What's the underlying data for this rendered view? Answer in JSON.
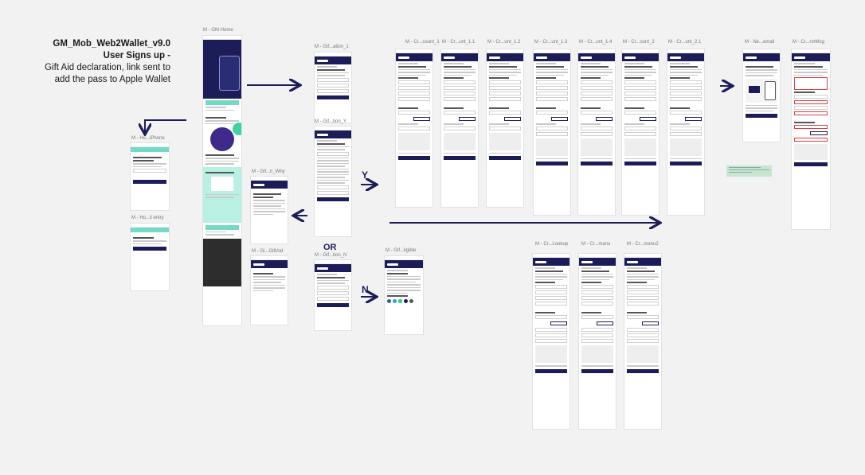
{
  "header": {
    "flow_name": "GM_Mob_Web2Wallet_v9.0",
    "flow_subtitle": "User Signs up -",
    "flow_description_line1": "Gift Aid declaration, link sent to",
    "flow_description_line2": "add the pass to Apple Wallet"
  },
  "frames": [
    {
      "id": "gm-home",
      "label": "M - GM Home"
    },
    {
      "id": "no-iphone",
      "label": "M - Ho...iPhone"
    },
    {
      "id": "no-iphone-entry",
      "label": "M - Ho...il entry"
    },
    {
      "id": "gift-aid-1",
      "label": "M - Gif...ation_1"
    },
    {
      "id": "gift-aid-2",
      "label": "M - Gif...tion_Y"
    },
    {
      "id": "gift-aid-why",
      "label": "M - Gif...n_Why"
    },
    {
      "id": "gift-aid-about",
      "label": "M - Gi...GiftAid"
    },
    {
      "id": "gift-aid-n",
      "label": "M - Gif...tion_N"
    },
    {
      "id": "gift-aid-ineligible",
      "label": "M - Gif...ligible"
    },
    {
      "id": "create-account-1",
      "label": "M - Cr...count_1"
    },
    {
      "id": "create-account-1-1",
      "label": "M - Cr...unt_1.1"
    },
    {
      "id": "create-account-1-2",
      "label": "M - Cr...unt_1.2"
    },
    {
      "id": "create-account-1-3",
      "label": "M - Cr...unt_1.3"
    },
    {
      "id": "create-account-1-4",
      "label": "M - Cr...unt_1.4"
    },
    {
      "id": "create-account-2",
      "label": "M - Cr...ount_2"
    },
    {
      "id": "create-account-2-1",
      "label": "M - Cr...unt_2.1"
    },
    {
      "id": "new-email",
      "label": "M - Ne...email"
    },
    {
      "id": "error-msg",
      "label": "M - Cr...rorMsg"
    },
    {
      "id": "create-lookup",
      "label": "M - Cr...Lookup"
    },
    {
      "id": "create-manu",
      "label": "M - Cr...manu"
    },
    {
      "id": "create-manu2",
      "label": "M - Cr...manu2"
    }
  ],
  "decisions": {
    "yes": "Y",
    "no": "N",
    "or": "OR"
  },
  "colors": {
    "navy": "#1c1d58",
    "teal": "#73d9c9",
    "purple": "#3f2a8c",
    "green": "#3fd2a4",
    "error": "#e04040",
    "background": "#f2f2f2"
  }
}
